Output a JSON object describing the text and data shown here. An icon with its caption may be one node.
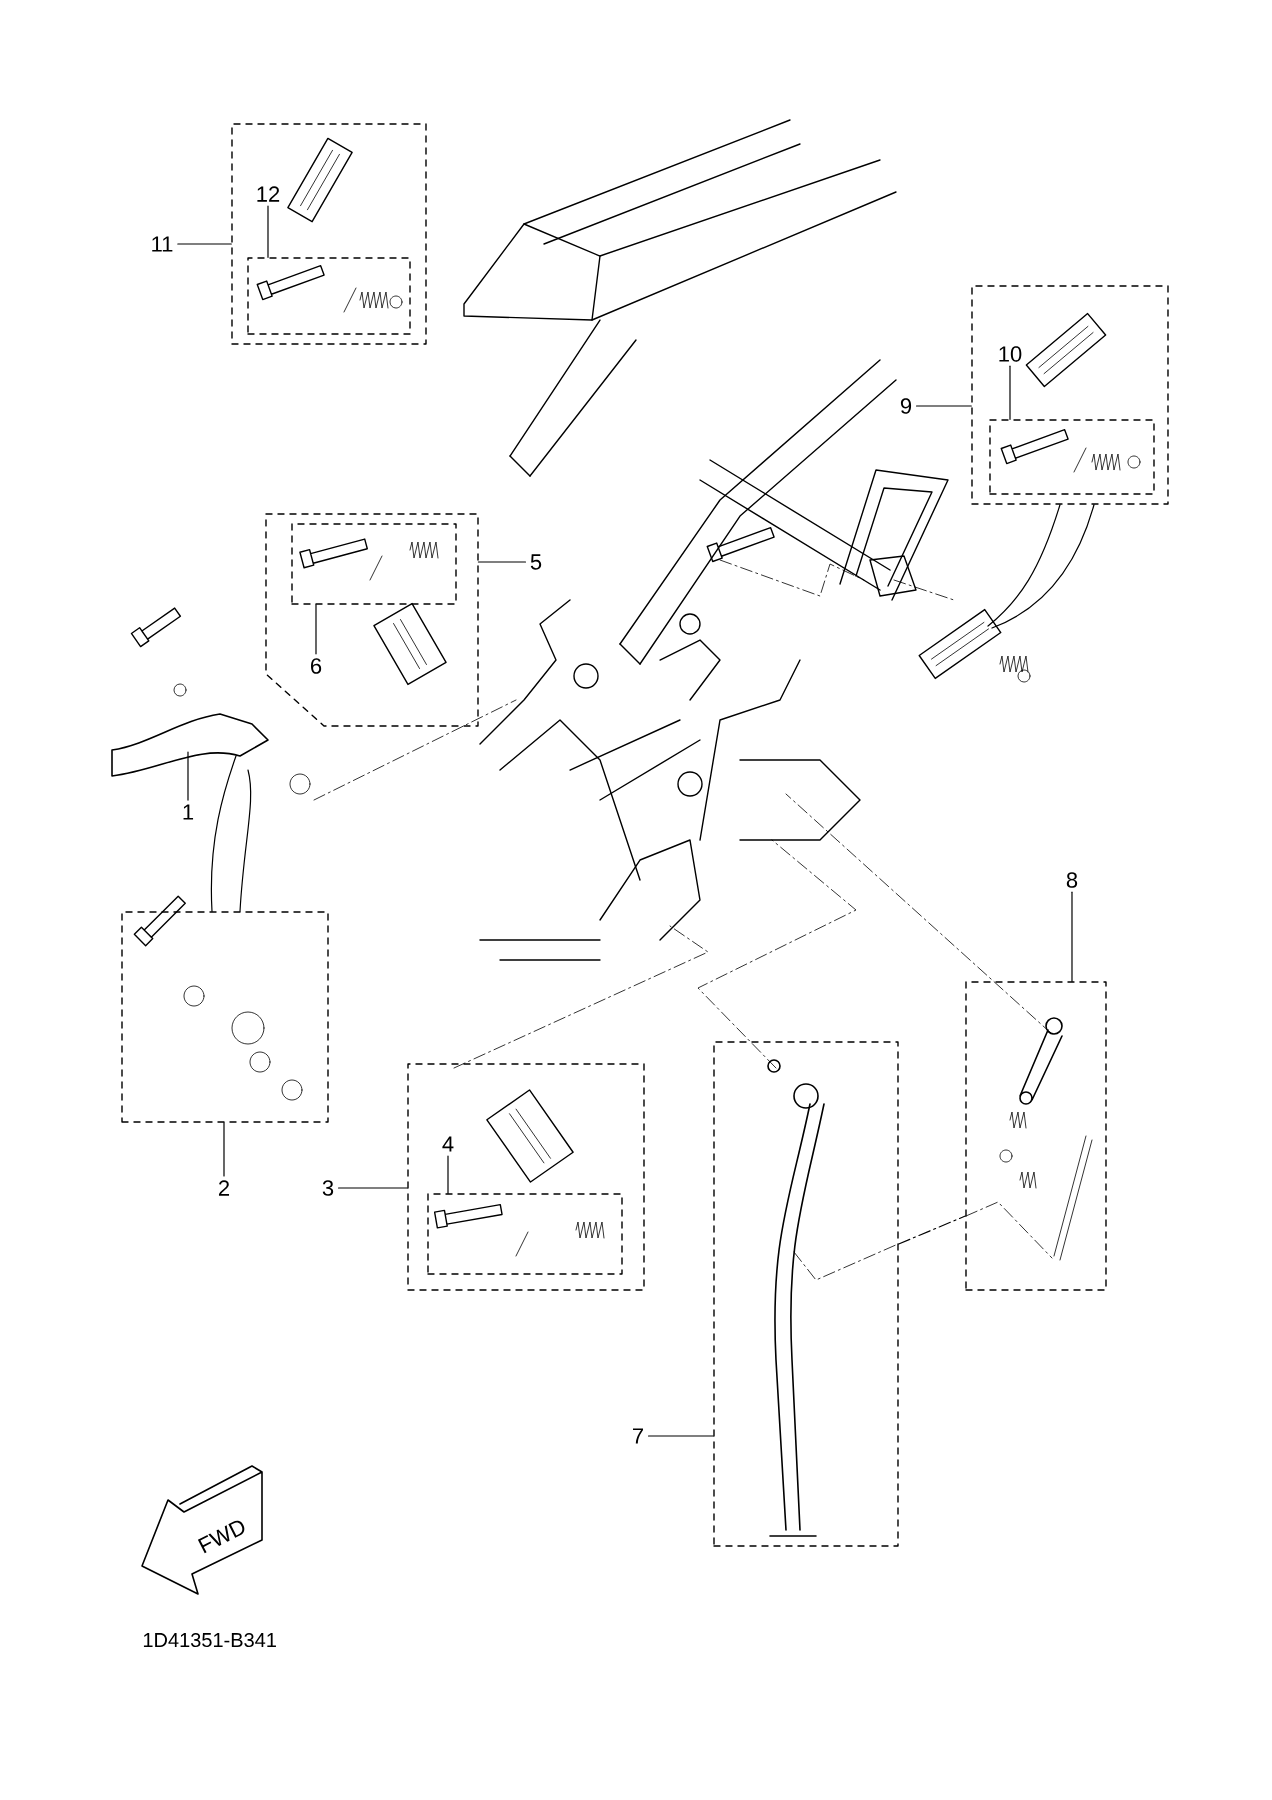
{
  "diagram": {
    "nodes": [
      {
        "text": [
          "11"
        ]
      },
      {
        "text": [],
        "shape": "box"
      },
      {
        "text": [
          "12"
        ],
        "in": 1
      },
      {
        "text": [],
        "shape": "box",
        "in": 1
      },
      {
        "text": [
          "9"
        ]
      },
      {
        "text": [],
        "shape": "box"
      },
      {
        "text": [
          "10"
        ],
        "in": 5
      },
      {
        "text": [],
        "shape": "box",
        "in": 5
      },
      {
        "text": [
          "5"
        ]
      },
      {
        "text": [],
        "shape": "box"
      },
      {
        "text": [
          "6"
        ],
        "in": 9
      },
      {
        "text": [],
        "shape": "box",
        "in": 9
      },
      {
        "text": [
          "1"
        ]
      },
      {
        "text": [
          "8"
        ]
      },
      {
        "text": [],
        "shape": "box"
      },
      {
        "text": [
          "2"
        ]
      },
      {
        "text": [],
        "shape": "box"
      },
      {
        "text": [
          "3"
        ]
      },
      {
        "text": [],
        "shape": "box"
      },
      {
        "text": [
          "4"
        ],
        "in": 18
      },
      {
        "text": [],
        "shape": "box",
        "in": 18
      },
      {
        "text": [
          "7"
        ]
      },
      {
        "text": [],
        "shape": "box"
      }
    ],
    "edges": [
      {
        "from": 0,
        "to": 1,
        "arrow": "none"
      },
      {
        "from": 2,
        "to": 3,
        "arrow": "none"
      },
      {
        "from": 4,
        "to": 5,
        "arrow": "none"
      },
      {
        "from": 6,
        "to": 7,
        "arrow": "none"
      },
      {
        "from": 8,
        "to": 9,
        "arrow": "none"
      },
      {
        "from": 10,
        "to": 11,
        "arrow": "none"
      },
      {
        "from": 12,
        "to": null,
        "arrow": "none"
      },
      {
        "from": 13,
        "to": 14,
        "arrow": "none"
      },
      {
        "from": 15,
        "to": 16,
        "arrow": "none"
      },
      {
        "from": 17,
        "to": 18,
        "arrow": "none"
      },
      {
        "from": 19,
        "to": 20,
        "arrow": "none"
      },
      {
        "from": 21,
        "to": 22,
        "arrow": "none"
      },
      {
        "from": 16,
        "to": null,
        "arrow": "none"
      },
      {
        "from": 16,
        "to": null,
        "arrow": "none"
      },
      {
        "from": 5,
        "to": null,
        "arrow": "none"
      },
      {
        "from": 5,
        "to": null,
        "arrow": "none"
      },
      {
        "from": 22,
        "to": 14,
        "arrow": "none",
        "style": "dashed"
      }
    ],
    "labels": [
      "FWD",
      "1D41351-B341"
    ]
  }
}
